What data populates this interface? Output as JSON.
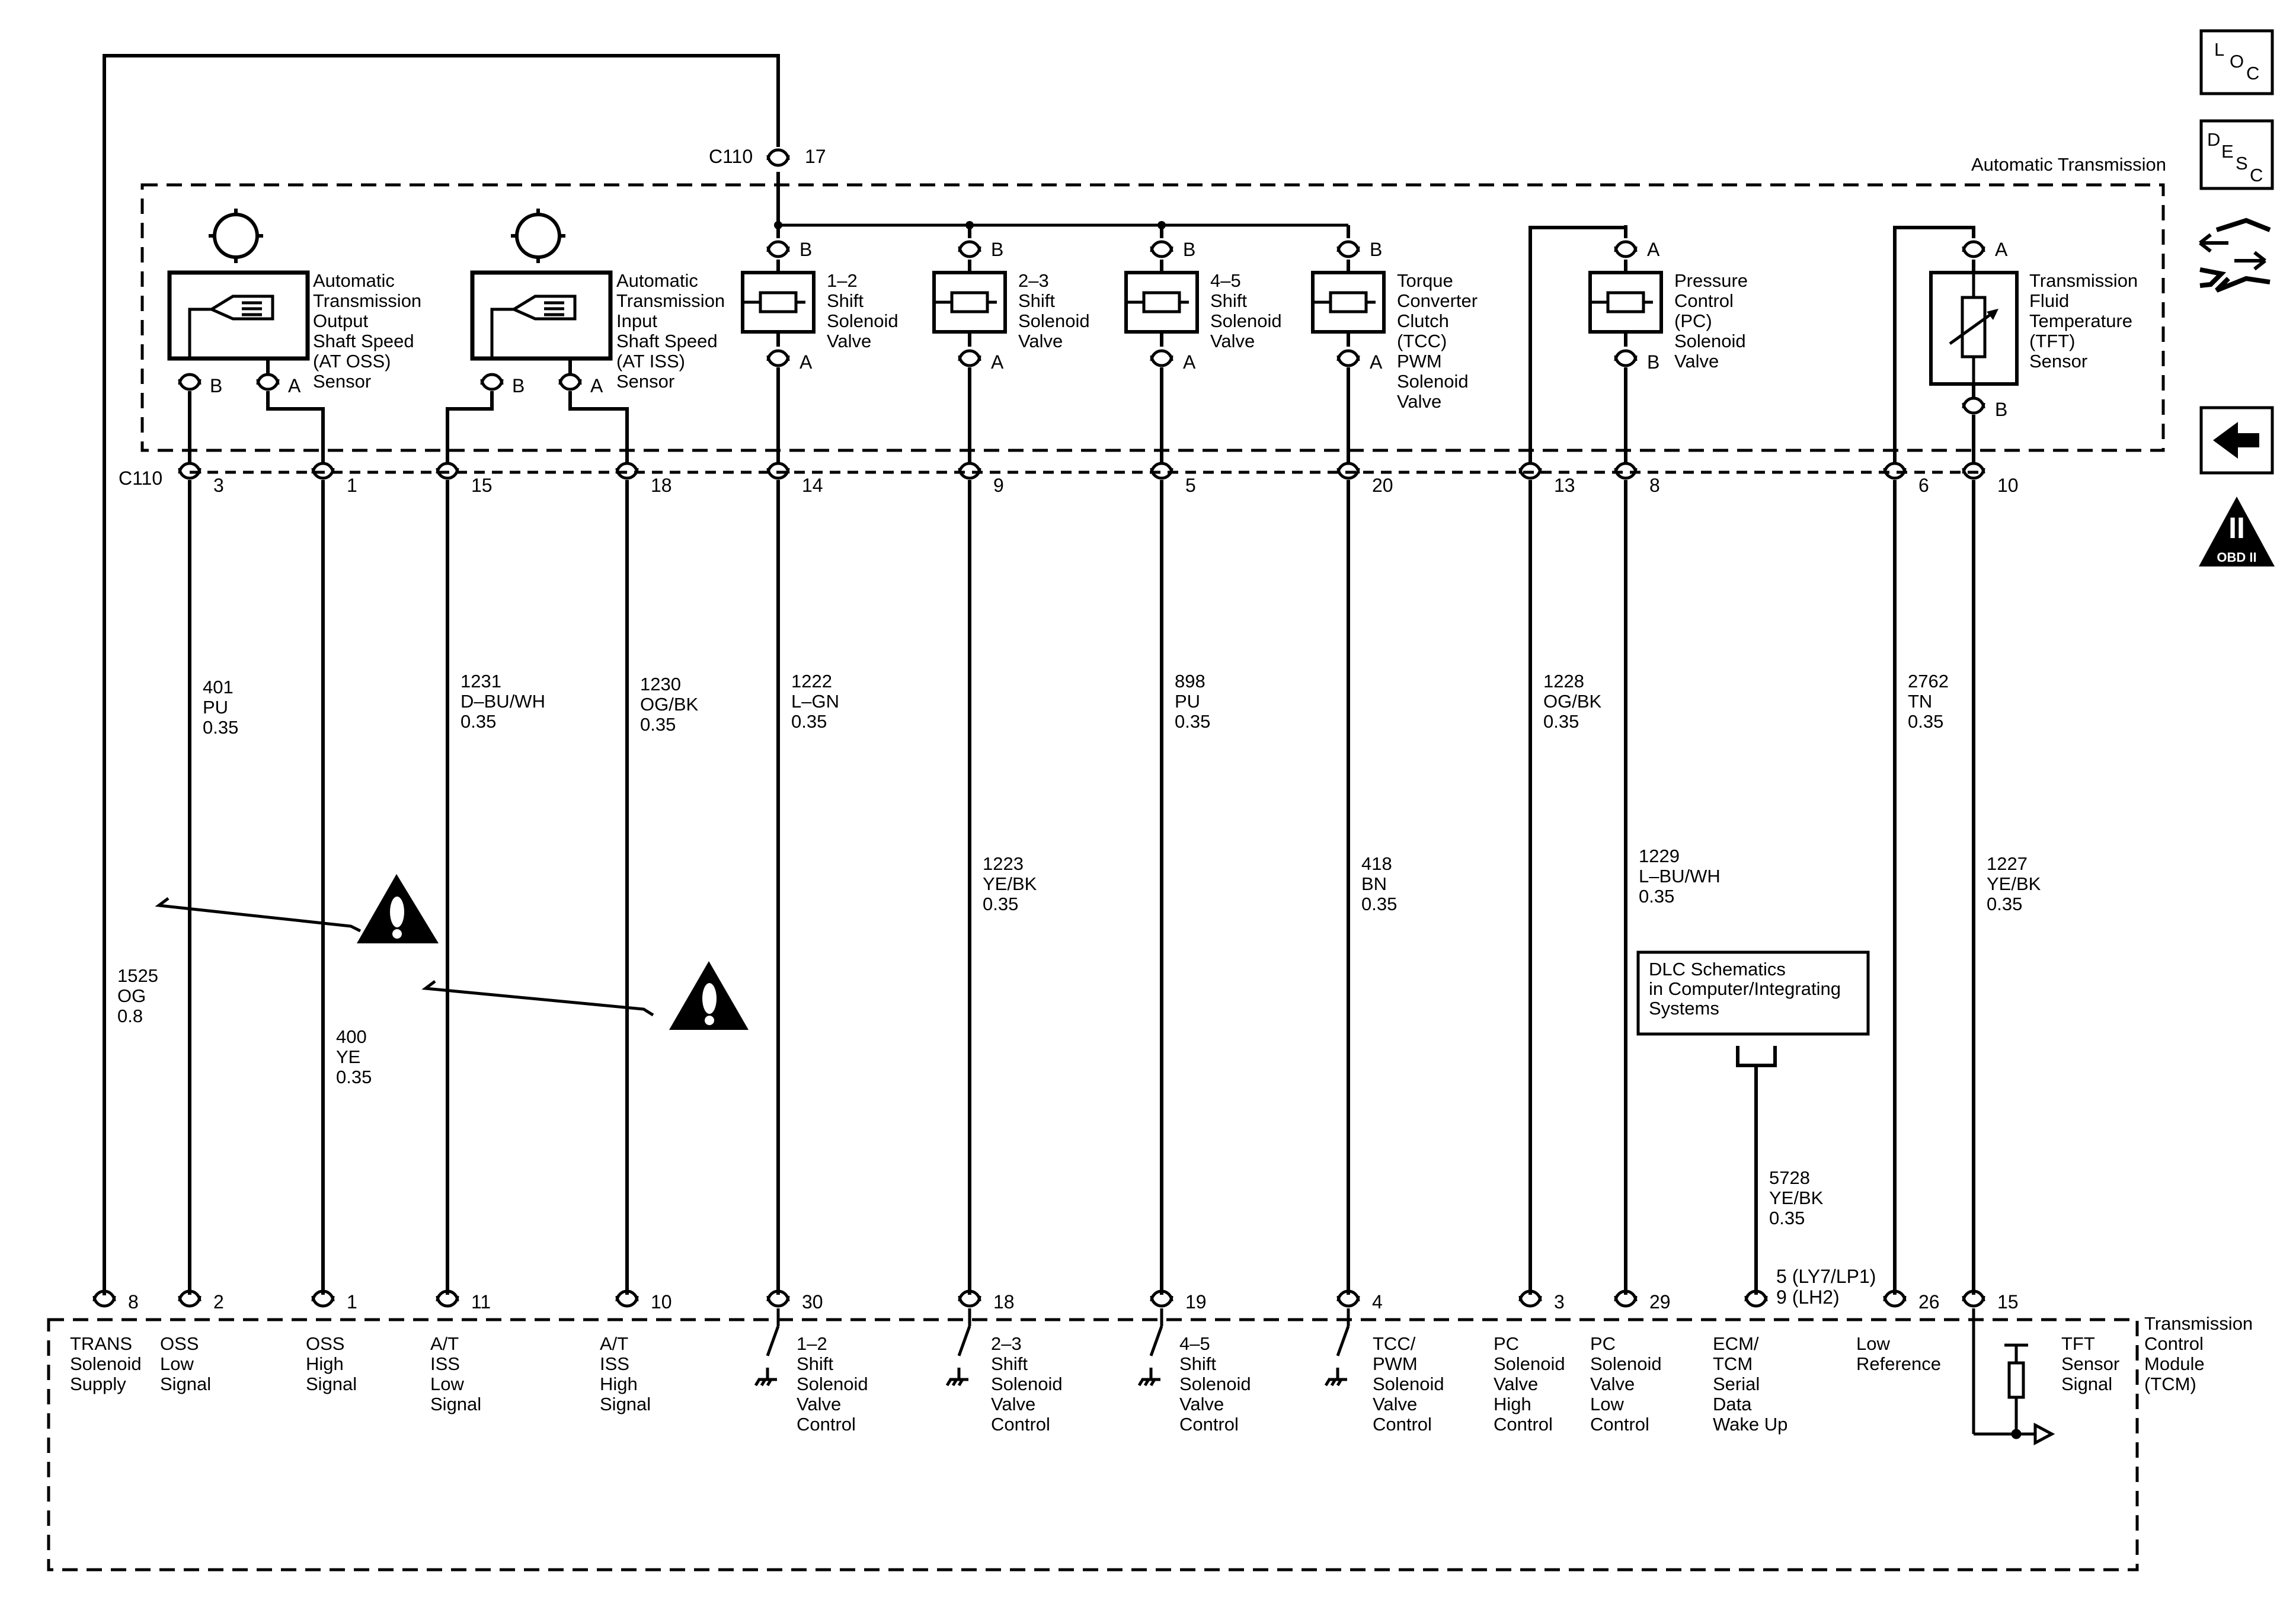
{
  "trans_box_label": "Automatic Transmission",
  "tcm_label": [
    "Transmission",
    "Control",
    "Module",
    "(TCM)"
  ],
  "c110_label": "C110",
  "supply_loop": {
    "top_pin": "17",
    "wire": [
      "1525",
      "OG",
      "0.8"
    ],
    "tcm_pin": "8",
    "func": [
      "TRANS",
      "Solenoid",
      "Supply"
    ]
  },
  "sensors": [
    {
      "id": "oss",
      "name": [
        "Automatic",
        "Transmission",
        "Output",
        "Shaft Speed",
        "(AT OSS)",
        "Sensor"
      ],
      "pin_b": "B",
      "pin_a": "A"
    },
    {
      "id": "iss",
      "name": [
        "Automatic",
        "Transmission",
        "Input",
        "Shaft Speed",
        "(AT ISS)",
        "Sensor"
      ],
      "pin_b": "B",
      "pin_a": "A"
    }
  ],
  "solenoids": [
    {
      "id": "sv12",
      "name": [
        "1–2",
        "Shift",
        "Solenoid",
        "Valve"
      ],
      "top_pin": "B",
      "bottom_pin": "A"
    },
    {
      "id": "sv23",
      "name": [
        "2–3",
        "Shift",
        "Solenoid",
        "Valve"
      ],
      "top_pin": "B",
      "bottom_pin": "A"
    },
    {
      "id": "sv45",
      "name": [
        "4–5",
        "Shift",
        "Solenoid",
        "Valve"
      ],
      "top_pin": "B",
      "bottom_pin": "A"
    },
    {
      "id": "tcc",
      "name": [
        "Torque",
        "Converter",
        "Clutch",
        "(TCC)",
        "PWM",
        "Solenoid",
        "Valve"
      ],
      "top_pin": "B",
      "bottom_pin": "A"
    },
    {
      "id": "pc",
      "name": [
        "Pressure",
        "Control",
        "(PC)",
        "Solenoid",
        "Valve"
      ],
      "top_pin": "A",
      "bottom_pin": "B"
    }
  ],
  "tft_sensor": {
    "name": [
      "Transmission",
      "Fluid",
      "Temperature",
      "(TFT)",
      "Sensor"
    ],
    "top_pin": "A",
    "bottom_pin": "B"
  },
  "circuits": [
    {
      "id": "c1",
      "c110_pin": "3",
      "wire": [
        "401",
        "PU",
        "0.35"
      ],
      "tcm_pin": "2",
      "func": [
        "OSS",
        "Low",
        "Signal"
      ]
    },
    {
      "id": "c2",
      "c110_pin": "1",
      "wire": [
        "400",
        "YE",
        "0.35"
      ],
      "tcm_pin": "1",
      "func": [
        "OSS",
        "High",
        "Signal"
      ]
    },
    {
      "id": "c3",
      "c110_pin": "15",
      "wire": [
        "1231",
        "D–BU/WH",
        "0.35"
      ],
      "tcm_pin": "11",
      "func": [
        "A/T",
        "ISS",
        "Low",
        "Signal"
      ]
    },
    {
      "id": "c4",
      "c110_pin": "18",
      "wire": [
        "1230",
        "OG/BK",
        "0.35"
      ],
      "tcm_pin": "10",
      "func": [
        "A/T",
        "ISS",
        "High",
        "Signal"
      ]
    },
    {
      "id": "c5",
      "c110_pin": "14",
      "wire": [
        "1222",
        "L–GN",
        "0.35"
      ],
      "tcm_pin": "30",
      "func": [
        "1–2",
        "Shift",
        "Solenoid",
        "Valve",
        "Control"
      ]
    },
    {
      "id": "c6",
      "c110_pin": "9",
      "wire": [
        "1223",
        "YE/BK",
        "0.35"
      ],
      "tcm_pin": "18",
      "func": [
        "2–3",
        "Shift",
        "Solenoid",
        "Valve",
        "Control"
      ]
    },
    {
      "id": "c7",
      "c110_pin": "5",
      "wire": [
        "898",
        "PU",
        "0.35"
      ],
      "tcm_pin": "19",
      "func": [
        "4–5",
        "Shift",
        "Solenoid",
        "Valve",
        "Control"
      ]
    },
    {
      "id": "c8",
      "c110_pin": "20",
      "wire": [
        "418",
        "BN",
        "0.35"
      ],
      "tcm_pin": "4",
      "func": [
        "TCC/",
        "PWM",
        "Solenoid",
        "Valve",
        "Control"
      ]
    },
    {
      "id": "c9",
      "c110_pin": "13",
      "wire": [
        "1228",
        "OG/BK",
        "0.35"
      ],
      "tcm_pin": "3",
      "func": [
        "PC",
        "Solenoid",
        "Valve",
        "High",
        "Control"
      ]
    },
    {
      "id": "c10",
      "c110_pin": "8",
      "wire": [
        "1229",
        "L–BU/WH",
        "0.35"
      ],
      "tcm_pin": "29",
      "func": [
        "PC",
        "Solenoid",
        "Valve",
        "Low",
        "Control"
      ]
    },
    {
      "id": "c11",
      "wire": [
        "5728",
        "YE/BK",
        "0.35"
      ],
      "tcm_pin": [
        "5 (LY7/LP1)",
        "9 (LH2)"
      ],
      "func": [
        "ECM/",
        "TCM",
        "Serial",
        "Data",
        "Wake Up"
      ]
    },
    {
      "id": "c12",
      "c110_pin": "6",
      "wire": [
        "2762",
        "TN",
        "0.35"
      ],
      "tcm_pin": "26",
      "func": [
        "Low",
        "Reference"
      ]
    },
    {
      "id": "c13",
      "c110_pin": "10",
      "wire": [
        "1227",
        "YE/BK",
        "0.35"
      ],
      "tcm_pin": "15",
      "func": [
        "TFT",
        "Sensor",
        "Signal"
      ]
    }
  ],
  "dlc_box": [
    "DLC Schematics",
    "in Computer/Integrating",
    "Systems"
  ],
  "side_icons": [
    {
      "name": "loc-icon",
      "letters": [
        "L",
        "O",
        "C"
      ]
    },
    {
      "name": "desc-icon",
      "letters": [
        "D",
        "E",
        "S",
        "C"
      ]
    },
    {
      "name": "obd-icon",
      "roman": "II",
      "label": "OBD II"
    }
  ]
}
